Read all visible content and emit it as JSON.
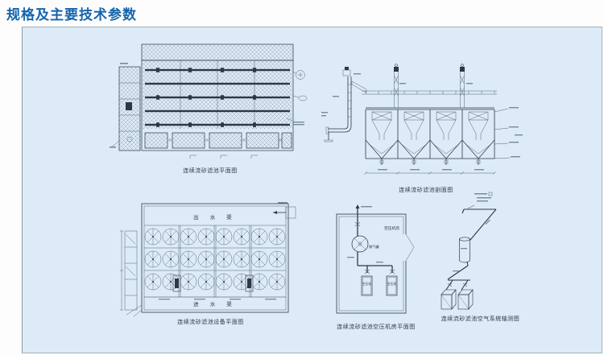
{
  "page": {
    "title": "规格及主要技术参数"
  },
  "colors": {
    "title_blue": "#1565ad",
    "panel_bg": "#dcebf7",
    "panel_border": "#a9b2ba",
    "line_dark": "#2d3942"
  },
  "figures": {
    "plan": {
      "caption": "连续流砂滤池平面图"
    },
    "section": {
      "caption": "连续流砂滤池剖面图"
    },
    "equipment_plan": {
      "caption": "连续流砂滤池设备平面图",
      "outlet_channel": "出 水 渠",
      "inlet_channel": "进 水 渠"
    },
    "compressor_room": {
      "caption": "连续流砂滤池空压机房平面图",
      "room_label": "空压机房",
      "tank_label": "储气罐",
      "machine_label": "空压机"
    },
    "air_system": {
      "caption": "连续流砂滤池空气系统轴测图"
    }
  }
}
